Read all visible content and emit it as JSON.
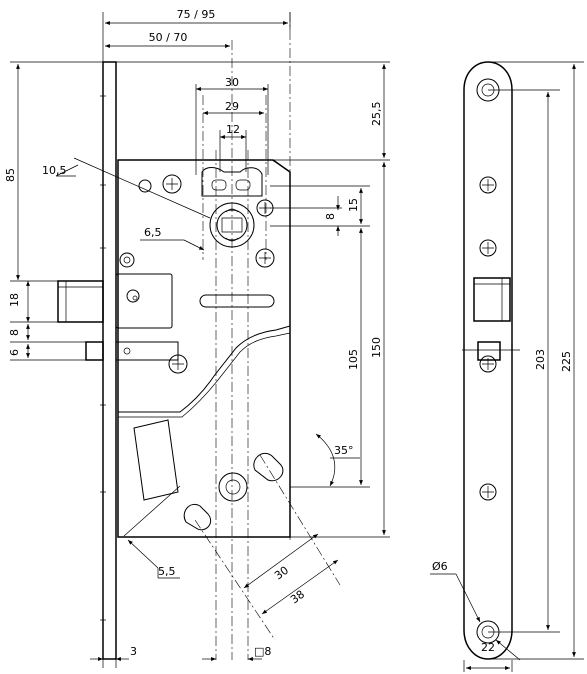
{
  "dimensions": {
    "backset_total": "75 / 95",
    "backset": "50 / 70",
    "width_30": "30",
    "width_29": "29",
    "width_12": "12",
    "top_25_5": "25,5",
    "height_85": "85",
    "offset_10_5": "10,5",
    "offset_6_5": "6,5",
    "spacing_8": "8",
    "spacing_15": "15",
    "latch_18": "18",
    "gap_8": "8",
    "deadbolt_6": "6",
    "distance_105": "105",
    "height_150": "150",
    "angle_35": "35°",
    "slot_5_5": "5,5",
    "slot_30": "30",
    "slot_38": "38",
    "faceplate_3": "3",
    "spindle_8": "□8",
    "hole_dia_6": "Ø6",
    "faceplate_width_22": "22",
    "length_203": "203",
    "length_225": "225"
  }
}
